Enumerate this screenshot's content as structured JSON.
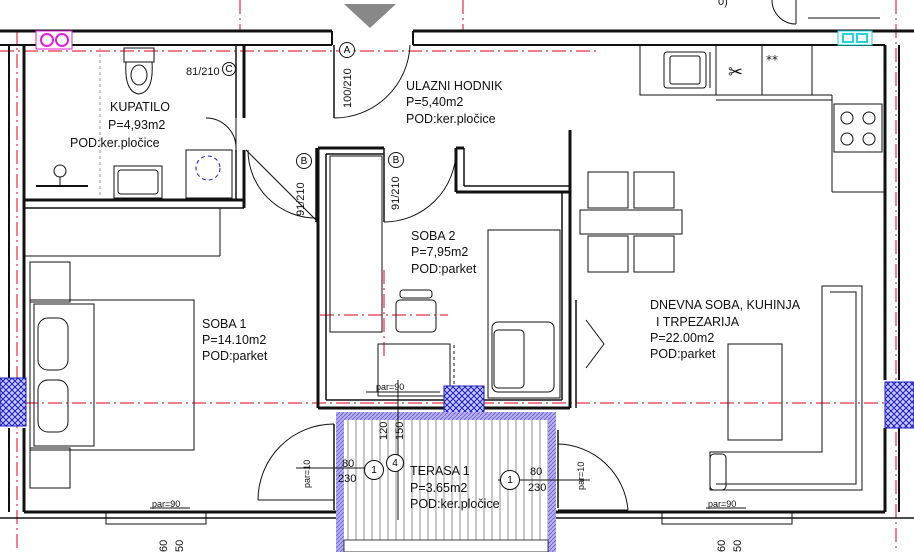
{
  "rooms": {
    "kupatilo": {
      "name": "KUPATILO",
      "area": "P=4,93m2",
      "floor": "POD:ker.pločice"
    },
    "hodnik": {
      "name": "ULAZNI HODNIK",
      "area": "P=5,40m2",
      "floor": "POD:ker.pločice"
    },
    "soba1": {
      "name": "SOBA 1",
      "area": "P=14.10m2",
      "floor": "POD:parket"
    },
    "soba2": {
      "name": "SOBA 2",
      "area": "P=7,95m2",
      "floor": "POD:parket"
    },
    "dnevna": {
      "line1": "DNEVNA SOBA, KUHINJA",
      "line2": "I TRPEZARIJA",
      "area": "P=22.00m2",
      "floor": "POD:parket"
    },
    "terasa": {
      "name": "TERASA 1",
      "area": "P=3.65m2",
      "floor": "POD:ker.pločice"
    }
  },
  "doors": {
    "bath": {
      "size": "81/210",
      "mark": "C"
    },
    "entry": {
      "size": "100/210",
      "mark": "A"
    },
    "soba1": {
      "size": "91/210",
      "mark": "B"
    },
    "soba2": {
      "size": "91/210",
      "mark": "B"
    }
  },
  "windows": {
    "left_80": "80",
    "left_230": "230",
    "left_mark": "1",
    "mark_4": "4",
    "right_80": "80",
    "right_230": "230",
    "right_mark": "1",
    "par90_mid": "par=90",
    "par90_left": "par=90",
    "par90_right": "par=90",
    "par10_left": "par=10",
    "par10_right": "par=10",
    "v120": "120",
    "v150": "150",
    "b60_left": "60",
    "b50_left": "50",
    "b60_right": "60",
    "b50_right": "50",
    "top_fragment": "0)"
  },
  "colors": {
    "wall": "#111111",
    "axis": "#e0001b",
    "hatch": "#1c1cbf",
    "terrace_border": "#9b8ed8",
    "magenta": "#e01fd6",
    "cyan": "#1fd6e0"
  }
}
